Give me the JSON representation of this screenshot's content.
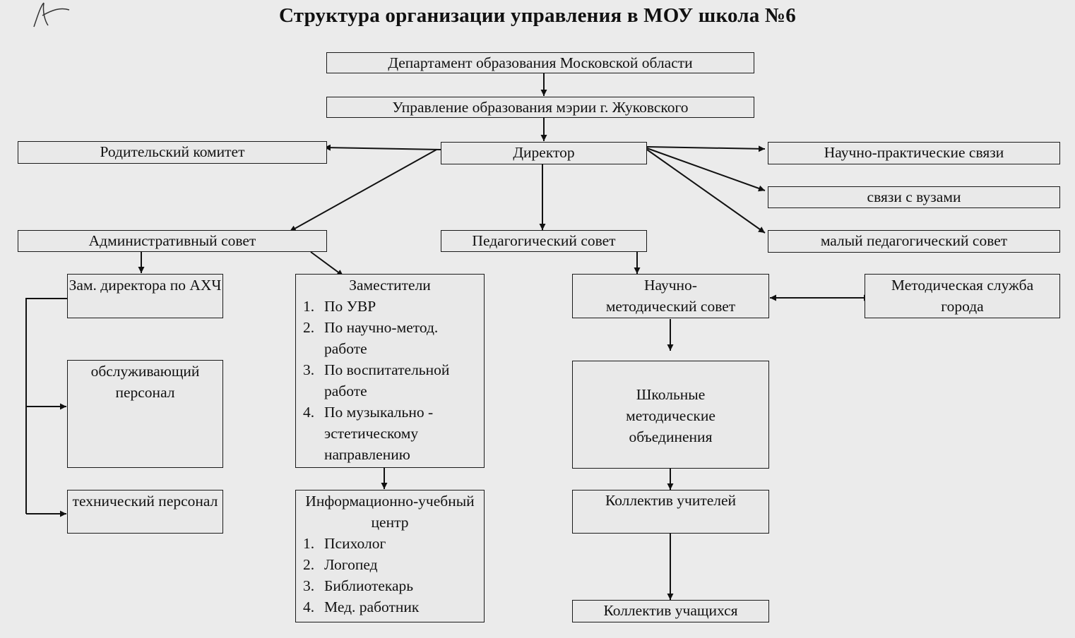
{
  "title": "Структура организации управления в МОУ школа №6",
  "nodes": {
    "department": "Департамент образования Московской области",
    "city_office": "Управление образования мэрии г. Жуковского",
    "director": "Директор",
    "parent_committee": "Родительский комитет",
    "scientific_links": "Научно-практические связи",
    "university_links": "связи с вузами",
    "small_ped_council": "малый педагогический совет",
    "admin_council": "Административный совет",
    "ped_council": "Педагогический совет",
    "deputy_ahch": "Зам. директора по АХЧ",
    "service_staff": "обслуживающий персонал",
    "tech_staff": "технический персонал",
    "deputies": {
      "title": "Заместители",
      "items": [
        {
          "num": "1.",
          "text": "По УВР"
        },
        {
          "num": "2.",
          "text": "По научно-метод. работе"
        },
        {
          "num": "3.",
          "text": "По воспитательной работе"
        },
        {
          "num": "4.",
          "text": "По музыкально - эстетическому направлению"
        }
      ]
    },
    "info_center": {
      "title": "Информационно-учебный центр",
      "items": [
        {
          "num": "1.",
          "text": "Психолог"
        },
        {
          "num": "2.",
          "text": "Логопед"
        },
        {
          "num": "3.",
          "text": "Библиотекарь"
        },
        {
          "num": "4.",
          "text": "Мед. работник"
        }
      ]
    },
    "sci_method_council": "Научно-методический совет",
    "city_method_service": "Методическая служба города",
    "school_method_units": "Школьные методические объединения",
    "teachers": "Коллектив учителей",
    "students": "Коллектив учащихся"
  }
}
